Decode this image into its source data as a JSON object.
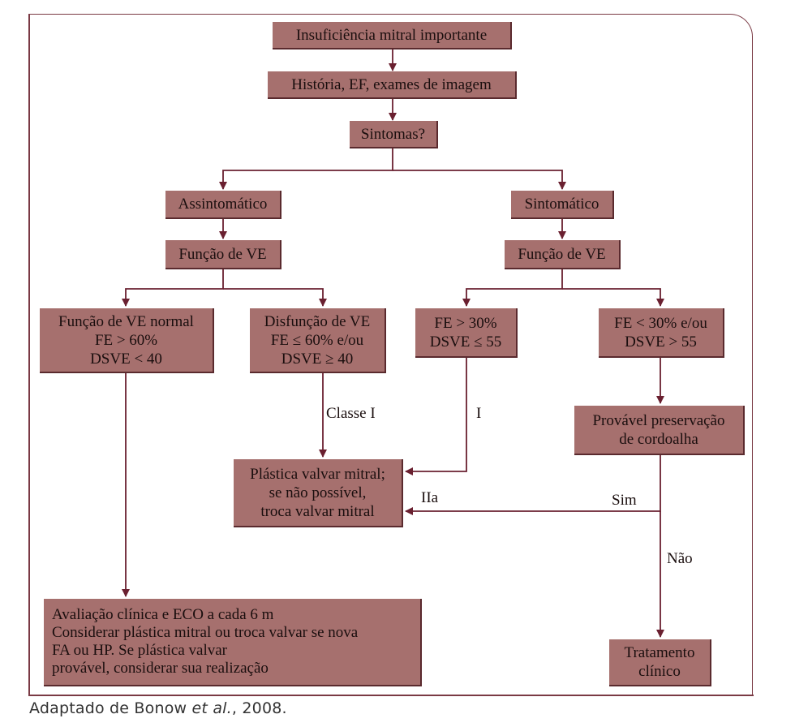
{
  "nodes": {
    "insuficiencia": [
      "Insuficiência mitral importante"
    ],
    "historia": [
      "História, EF, exames de imagem"
    ],
    "sintomas": [
      "Sintomas?"
    ],
    "assintomatico": [
      "Assintomático"
    ],
    "sintomatico": [
      "Sintomático"
    ],
    "funcao_ve_left": [
      "Função de VE"
    ],
    "funcao_ve_right": [
      "Função de VE"
    ],
    "ve_normal": [
      "Função de VE normal",
      "FE > 60%",
      "DSVE < 40"
    ],
    "disfuncao": [
      "Disfunção de VE",
      "FE ≤ 60% e/ou",
      "DSVE ≥ 40"
    ],
    "fe_30": [
      "FE > 30%",
      "DSVE ≤ 55"
    ],
    "fe_lt30": [
      "FE < 30% e/ou",
      "DSVE > 55"
    ],
    "preservacao": [
      "Provável preservação",
      "de cordoalha"
    ],
    "plastica": [
      "Plástica valvar mitral;",
      "se não possível,",
      "troca valvar mitral"
    ],
    "avaliacao": [
      "Avaliação clínica e ECO a cada 6 m",
      "Considerar plástica mitral ou troca valvar se nova",
      "FA ou HP. Se plástica valvar",
      "provável, considerar sua realização"
    ],
    "tratamento": [
      "Tratamento",
      "clínico"
    ]
  },
  "edge_labels": {
    "classe_i": "Classe I",
    "i": "I",
    "iia": "IIa",
    "sim": "Sim",
    "nao": "Não"
  },
  "caption": {
    "prefix": "Adaptado de Bonow ",
    "etal": "et al.",
    "suffix": ", 2008."
  },
  "colors": {
    "box_fill": "#a6706e",
    "box_shadow": "#5a2a2e",
    "line": "#6a2030"
  }
}
